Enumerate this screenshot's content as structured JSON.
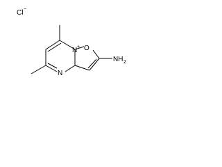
{
  "molecule": {
    "counterion": {
      "symbol": "Cl",
      "charge": "−"
    },
    "ring_nitrogen_charged": {
      "symbol": "N",
      "charge": "+"
    },
    "ring_nitrogen": {
      "symbol": "N"
    },
    "ring_oxygen": {
      "symbol": "O"
    },
    "amino_group": {
      "symbol": "NH",
      "subscript": "2"
    },
    "colors": {
      "bond": "#000000",
      "text": "#000000",
      "background": "#ffffff"
    }
  }
}
